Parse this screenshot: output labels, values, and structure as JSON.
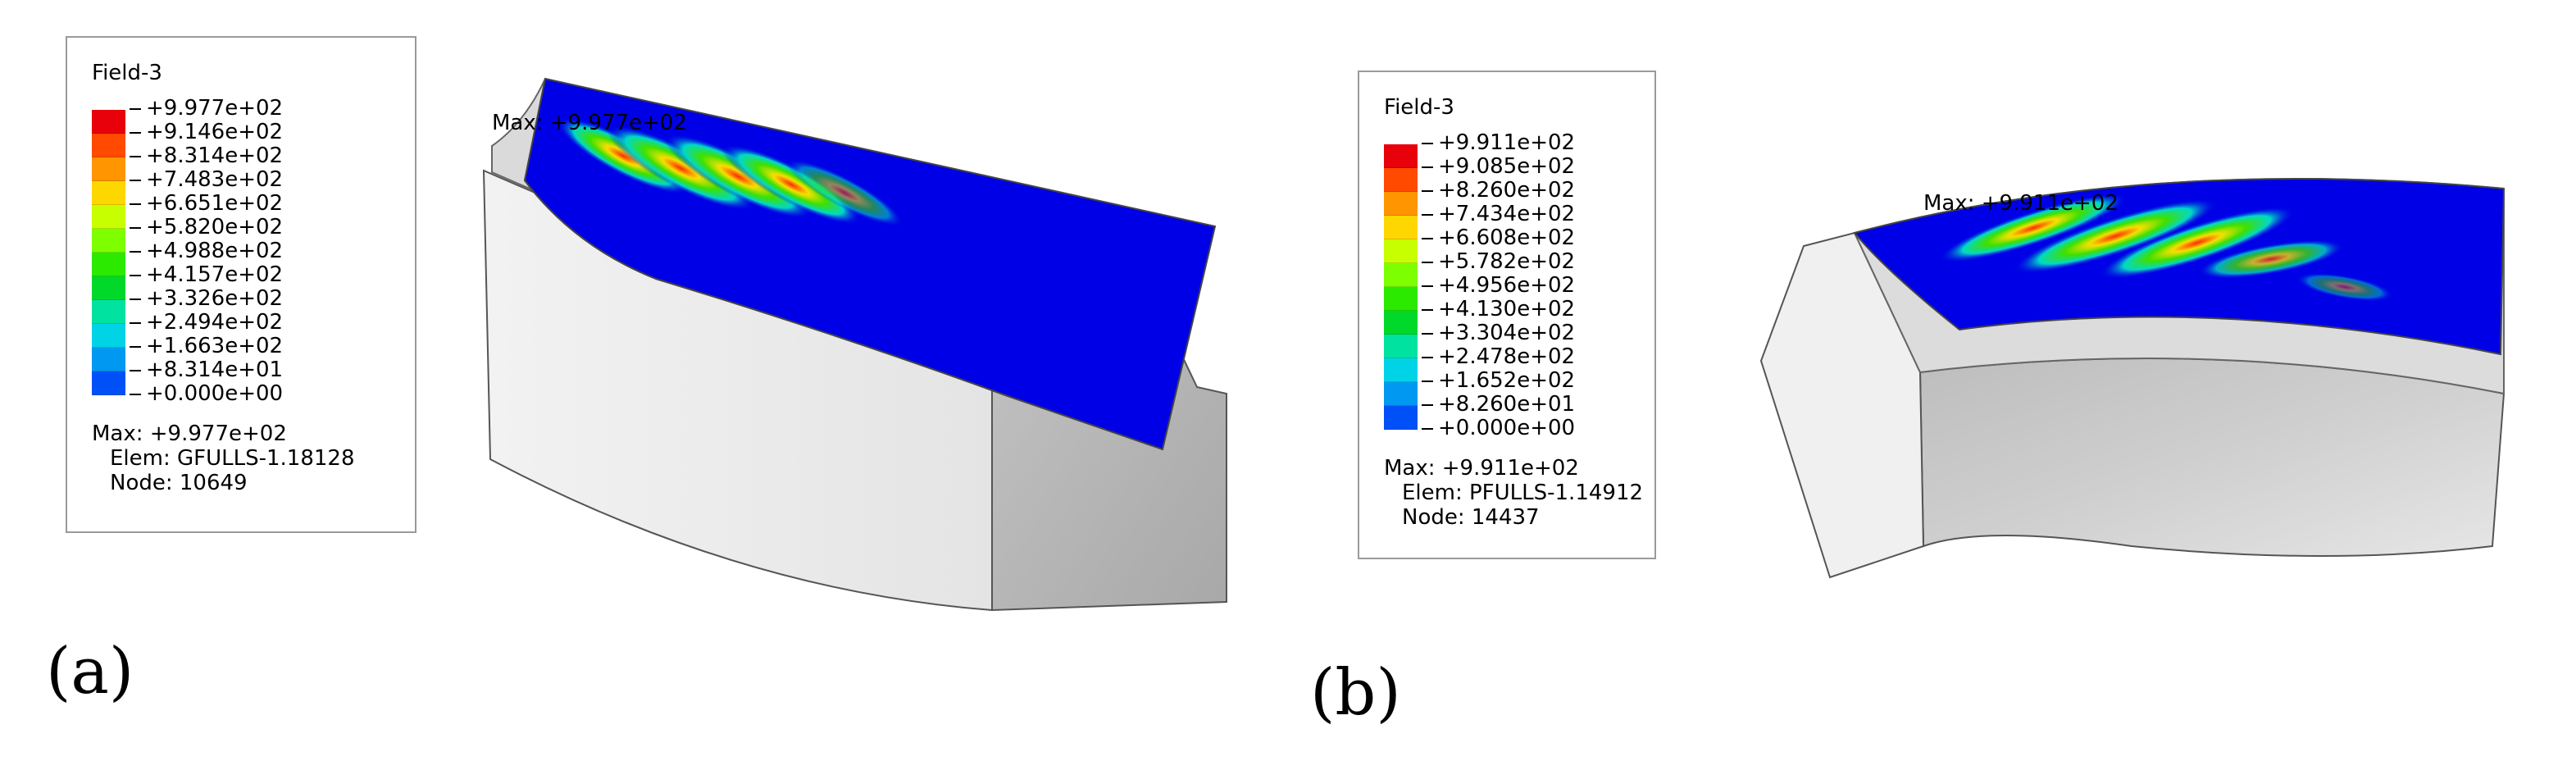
{
  "panels": [
    {
      "label": "(a)",
      "legend": {
        "title": "Field-3",
        "ticks": [
          "+9.977e+02",
          "+9.146e+02",
          "+8.314e+02",
          "+7.483e+02",
          "+6.651e+02",
          "+5.820e+02",
          "+4.988e+02",
          "+4.157e+02",
          "+3.326e+02",
          "+2.494e+02",
          "+1.663e+02",
          "+8.314e+01",
          "+0.000e+00"
        ],
        "max": "Max: +9.977e+02",
        "elem": "Elem: GFULLS-1.18128",
        "node": "Node: 10649"
      },
      "annotation": "Max: +9.977e+02"
    },
    {
      "label": "(b)",
      "legend": {
        "title": "Field-3",
        "ticks": [
          "+9.911e+02",
          "+9.085e+02",
          "+8.260e+02",
          "+7.434e+02",
          "+6.608e+02",
          "+5.782e+02",
          "+4.956e+02",
          "+4.130e+02",
          "+3.304e+02",
          "+2.478e+02",
          "+1.652e+02",
          "+8.260e+01",
          "+0.000e+00"
        ],
        "max": "Max: +9.911e+02",
        "elem": "Elem: PFULLS-1.14912",
        "node": "Node: 14437"
      },
      "annotation": "Max: +9.911e+02"
    }
  ],
  "colormap": [
    "#e8000b",
    "#ff4a00",
    "#ff9500",
    "#ffd700",
    "#c8ff00",
    "#7dff00",
    "#2bea00",
    "#00d82a",
    "#00e3a0",
    "#00d3e6",
    "#0098f0",
    "#0050f8",
    "#0000e6"
  ]
}
